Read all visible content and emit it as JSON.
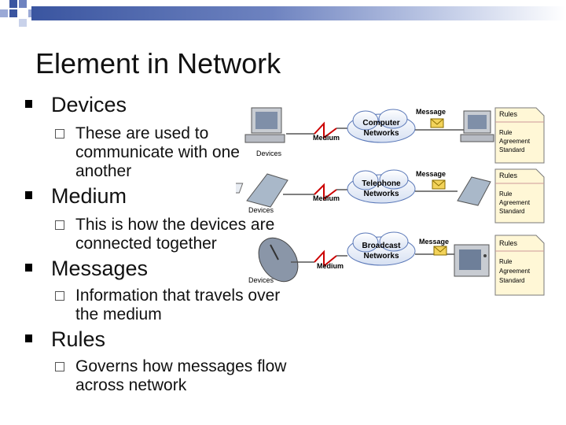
{
  "slide": {
    "title": "Element in Network",
    "bullets": [
      {
        "label": "Devices",
        "sub": "These are used to communicate with one another"
      },
      {
        "label": "Medium",
        "sub": "This is how the devices are connected together"
      },
      {
        "label": "Messages",
        "sub": "Information that travels over the medium"
      },
      {
        "label": "Rules",
        "sub": "Governs how messages flow across network"
      }
    ]
  },
  "figure": {
    "rows": [
      {
        "cloud": [
          "Computer",
          "Networks"
        ],
        "device": "Devices",
        "medium": "Medium",
        "message": "Message",
        "rules_title": "Rules",
        "rules_body": [
          "Rule",
          "Agreement",
          "Standard"
        ]
      },
      {
        "cloud": [
          "Telephone",
          "Networks"
        ],
        "device": "Devices",
        "medium": "Medium",
        "message": "Message",
        "rules_title": "Rules",
        "rules_body": [
          "Rule",
          "Agreement",
          "Standard"
        ]
      },
      {
        "cloud": [
          "Broadcast",
          "Networks"
        ],
        "device": "Devices",
        "medium": "Medium",
        "message": "Message",
        "rules_title": "Rules",
        "rules_body": [
          "Rule",
          "Agreement",
          "Standard"
        ]
      }
    ]
  },
  "colors": {
    "accent": "#3a55a0",
    "cloud": "#5a78b8",
    "medium_line": "#cc0000"
  }
}
